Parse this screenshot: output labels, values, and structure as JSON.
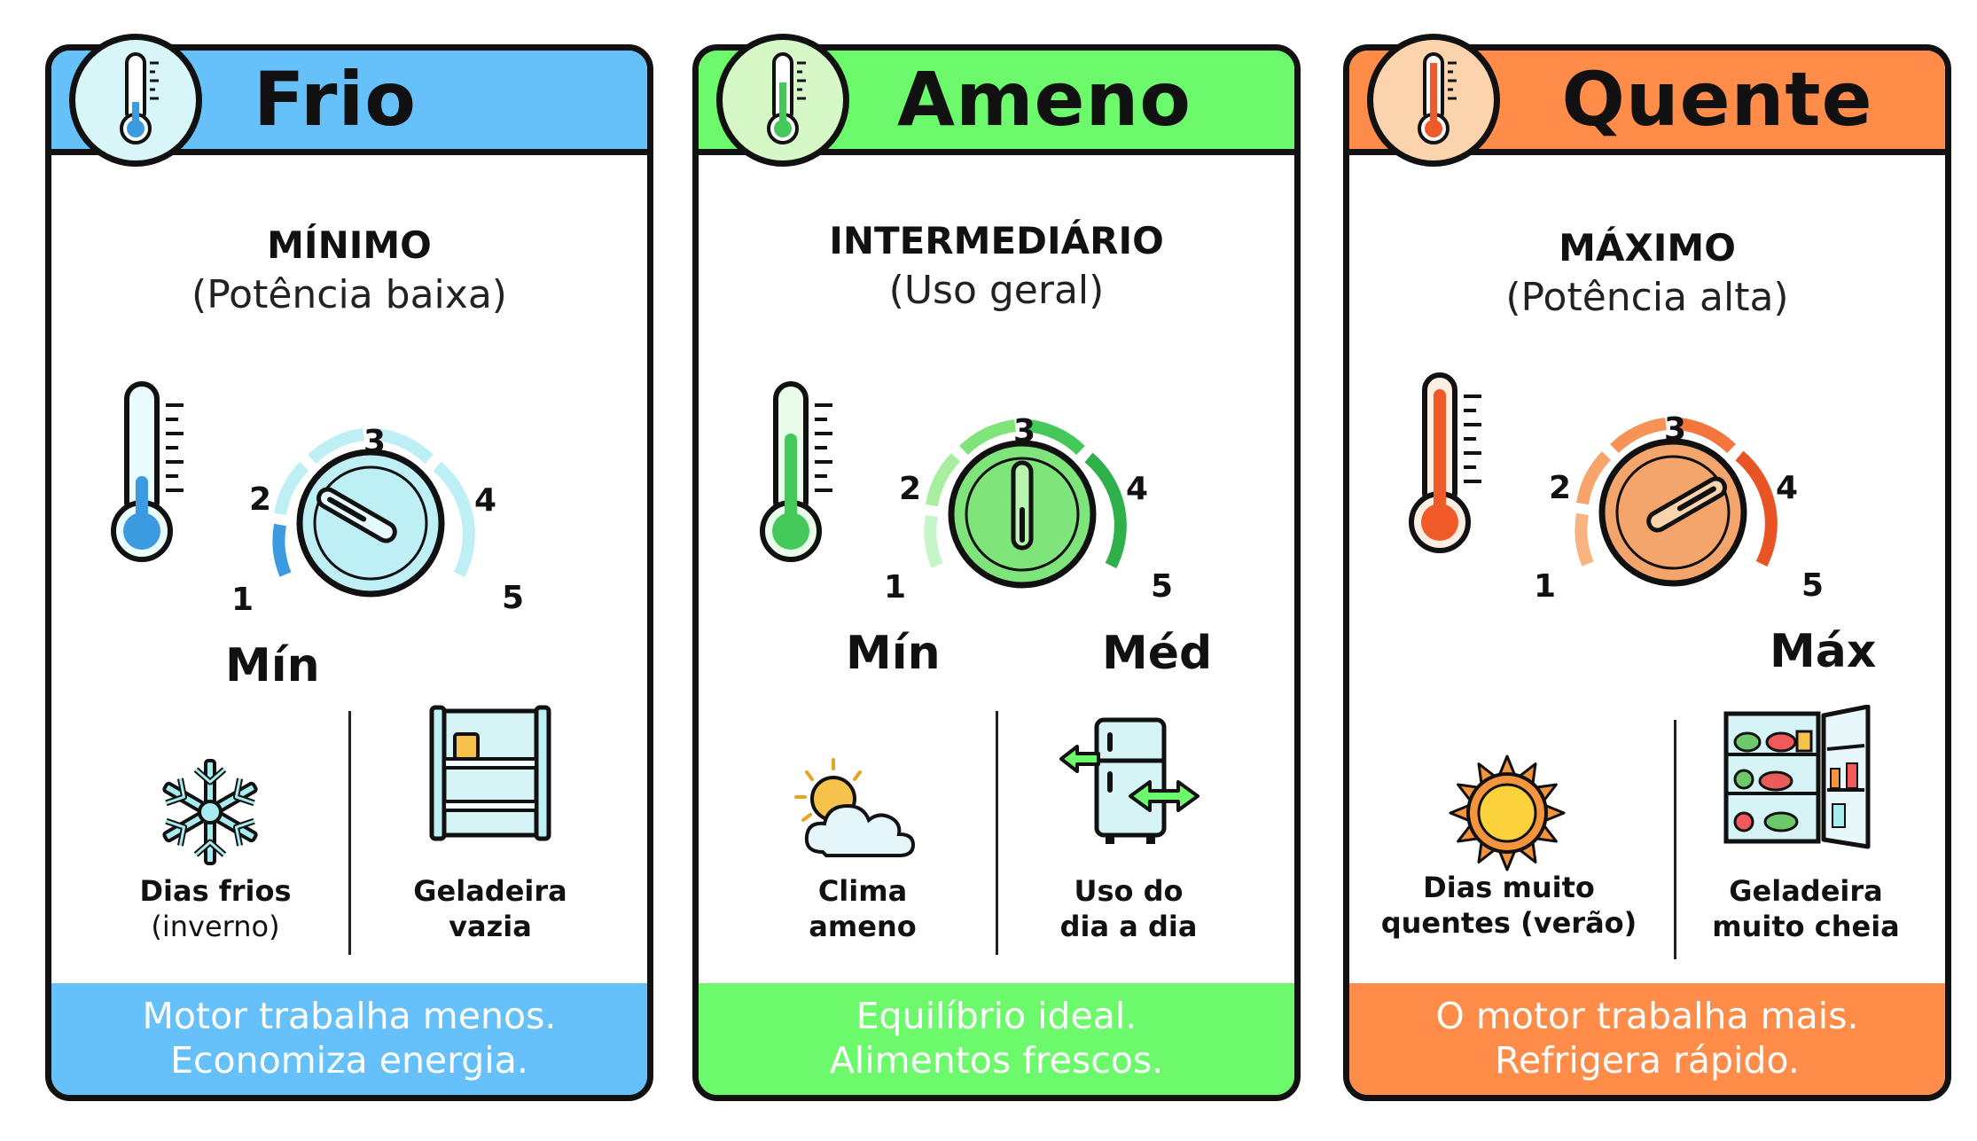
{
  "cards": [
    {
      "id": "frio",
      "title": "Frio",
      "mode_title": "MÍNIMO",
      "mode_sub": "(Potência baixa)",
      "dial_numbers": [
        "1",
        "2",
        "3",
        "4",
        "5"
      ],
      "dial_labels": [
        "Mín"
      ],
      "dial_level": 1,
      "conditions": [
        {
          "icon": "snowflake-icon",
          "bold": "Dias frios",
          "regular": "(inverno)"
        },
        {
          "icon": "empty-fridge-icon",
          "bold": "Geladeira",
          "regular": "vazia"
        }
      ],
      "footer": [
        "Motor trabalha menos.",
        "Economiza energia."
      ],
      "colors": {
        "header": "#66c1fb",
        "footer": "#66c1fb",
        "accent": "#3b9ae0",
        "arc": "#bdeff5",
        "badge": "#d8f6f8"
      }
    },
    {
      "id": "ameno",
      "title": "Ameno",
      "mode_title": "INTERMEDIÁRIO",
      "mode_sub": "(Uso geral)",
      "dial_numbers": [
        "1",
        "2",
        "3",
        "4",
        "5"
      ],
      "dial_labels": [
        "Mín",
        "Méd"
      ],
      "dial_level": 3,
      "conditions": [
        {
          "icon": "sun-cloud-icon",
          "bold": "Clima",
          "bold2": "ameno"
        },
        {
          "icon": "fridge-arrows-icon",
          "bold": "Uso do",
          "bold2": "dia a dia"
        }
      ],
      "footer": [
        "Equilíbrio ideal.",
        "Alimentos frescos."
      ],
      "colors": {
        "header": "#6cfa6c",
        "footer": "#6cfa6c",
        "accent": "#44c85a",
        "arc": "#c6f5c8",
        "badge": "#d6f8c6"
      }
    },
    {
      "id": "quente",
      "title": "Quente",
      "mode_title": "MÁXIMO",
      "mode_sub": "(Potência alta)",
      "dial_numbers": [
        "1",
        "2",
        "3",
        "4",
        "5"
      ],
      "dial_labels": [
        "Máx"
      ],
      "dial_level": 5,
      "conditions": [
        {
          "icon": "sun-icon",
          "bold": "Dias muito",
          "bold2": "quentes (verão)"
        },
        {
          "icon": "full-fridge-icon",
          "bold": "Geladeira",
          "bold2": "muito cheia"
        }
      ],
      "footer": [
        "O motor trabalha mais.",
        "Refrigera rápido."
      ],
      "colors": {
        "header": "#ff8c49",
        "footer": "#ff8c49",
        "accent": "#f05a28",
        "arc": "#fbc9a8",
        "badge": "#fbd3ac"
      }
    }
  ]
}
